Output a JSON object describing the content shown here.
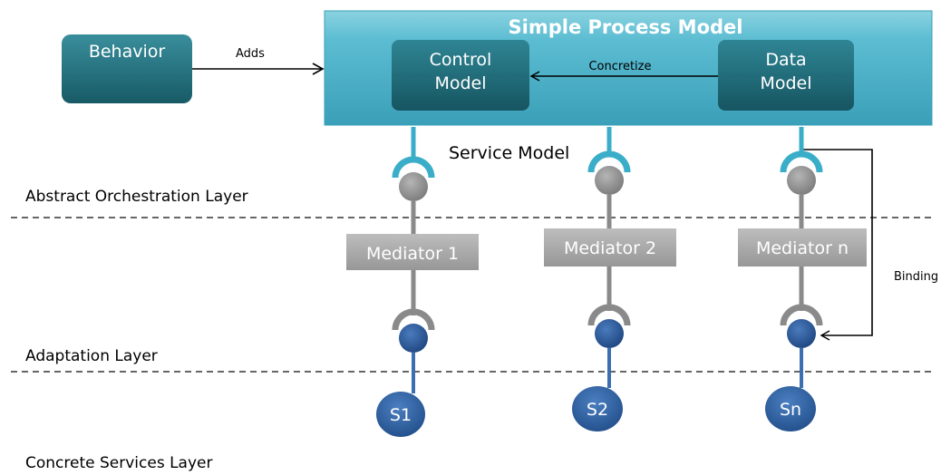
{
  "process_model": {
    "title": "Simple Process Model",
    "control_model": [
      "Control",
      "Model"
    ],
    "data_model": [
      "Data",
      "Model"
    ],
    "concretize_label": "Concretize"
  },
  "behavior": {
    "label": "Behavior",
    "adds_label": "Adds"
  },
  "service_model_label": "Service Model",
  "binding_label": "Binding",
  "layers": {
    "abstract": "Abstract Orchestration Layer",
    "adaptation": "Adaptation Layer",
    "concrete": "Concrete Services Layer"
  },
  "mediators": [
    "Mediator 1",
    "Mediator 2",
    "Mediator n"
  ],
  "services": [
    "S1",
    "S2",
    "Sn"
  ],
  "colors": {
    "process_model_fill": "#54b6cc",
    "inner_box_fill": "#1f6f7d",
    "connector_top": "#3aaec9",
    "connector_bottom": "#8a8a8a",
    "grey_ball": "#8d8d8d",
    "blue_ball": "#2f5c9a",
    "mediator_fill": "#a7a7a7",
    "service_fill": "#2f5f9e"
  }
}
